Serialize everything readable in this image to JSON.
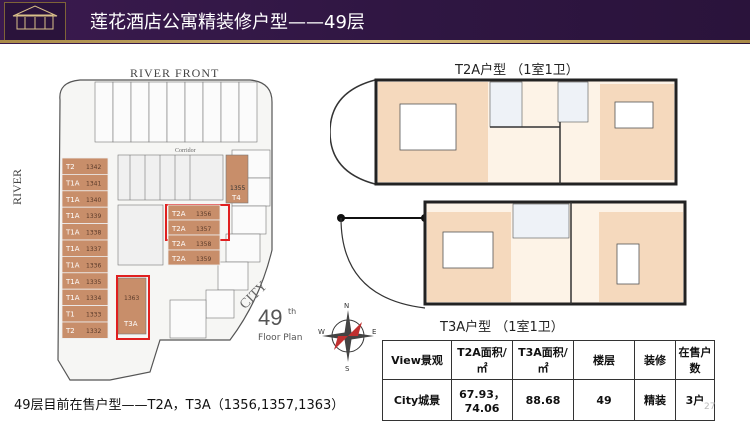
{
  "header": {
    "title": "莲花酒店公寓精装修户型——49层"
  },
  "plan": {
    "river_front": "RIVER FRONT",
    "river": "RIVER",
    "city": "CITY",
    "floor_number": "49",
    "floor_suffix": "th",
    "floor_plan_label": "Floor Plan",
    "corridor": "Corridor",
    "left_units": [
      {
        "type": "T2",
        "num": "1342"
      },
      {
        "type": "T1A",
        "num": "1341"
      },
      {
        "type": "T1A",
        "num": "1340"
      },
      {
        "type": "T1A",
        "num": "1339"
      },
      {
        "type": "T1A",
        "num": "1338"
      },
      {
        "type": "T1A",
        "num": "1337"
      },
      {
        "type": "T1A",
        "num": "1336"
      },
      {
        "type": "T1A",
        "num": "1335"
      },
      {
        "type": "T1A",
        "num": "1334"
      },
      {
        "type": "T1",
        "num": "1333"
      },
      {
        "type": "T2",
        "num": "1332"
      }
    ],
    "center_units": [
      {
        "type": "T2A",
        "num": "1356"
      },
      {
        "type": "T2A",
        "num": "1357"
      },
      {
        "type": "T2A",
        "num": "1358"
      },
      {
        "type": "T2A",
        "num": "1359"
      }
    ],
    "t4_unit": {
      "type": "T4",
      "num": "1355"
    },
    "t3a_unit": {
      "type": "T3A",
      "num": "1363"
    }
  },
  "t2a_title": "T2A户型  （1室1卫）",
  "t3a_title": "T3A户型  （1室1卫）",
  "compass": {
    "n": "N",
    "e": "E",
    "s": "S",
    "w": "W"
  },
  "table": {
    "headers": [
      "View景观",
      "T2A面积/㎡",
      "T3A面积/㎡",
      "楼层",
      "装修",
      "在售户数"
    ],
    "row": [
      "City城景",
      "67.93，74.06",
      "88.68",
      "49",
      "精装",
      "3户"
    ]
  },
  "footer": "49层目前在售户型——T2A，T3A（1356,1357,1363）",
  "page_number": "27",
  "colors": {
    "header_bg": "#2f1642",
    "gold": "#c9ad6a",
    "unit_brown": "#c88e6a",
    "highlight_red": "#e02020"
  }
}
